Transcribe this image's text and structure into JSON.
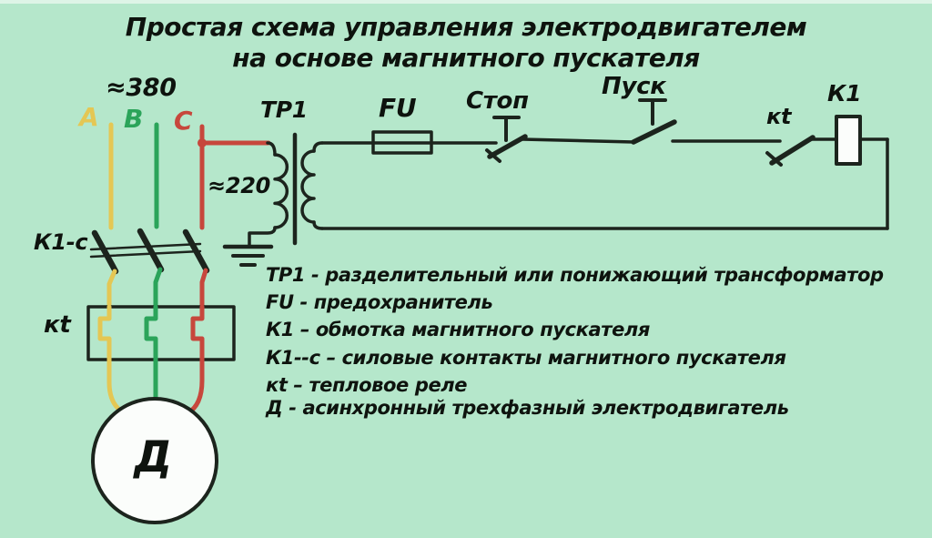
{
  "title": {
    "line1": "Простая схема управления электродвигателем",
    "line2": "на основе магнитного пускателя"
  },
  "labels": {
    "mains_voltage": "≈380",
    "control_voltage": "≈220",
    "phase_a": "A",
    "phase_b": "B",
    "phase_c": "C",
    "transformer": "ТР1",
    "fuse": "FU",
    "stop_button": "Стоп",
    "start_button": "Пуск",
    "thermal_contact": "кt",
    "starter_coil": "К1",
    "power_contacts": "К1-с",
    "thermal_relay": "кt",
    "motor": "Д"
  },
  "legend": {
    "items": [
      "ТР1 - разделительный или понижающий трансформатор",
      "FU - предохранитель",
      "К1 – обмотка магнитного пускателя",
      "К1--с – силовые контакты магнитного пускателя",
      "кt – тепловое реле",
      "Д - асинхронный трехфазный электродвигатель"
    ]
  },
  "colors": {
    "background": "#b5e7cb",
    "line": "#1c241d",
    "text": "#0e130e",
    "phase-a": "#e4c754",
    "phase-b": "#2ba45a",
    "phase-c": "#c7473c",
    "fill-white": "#fbfdfb"
  }
}
